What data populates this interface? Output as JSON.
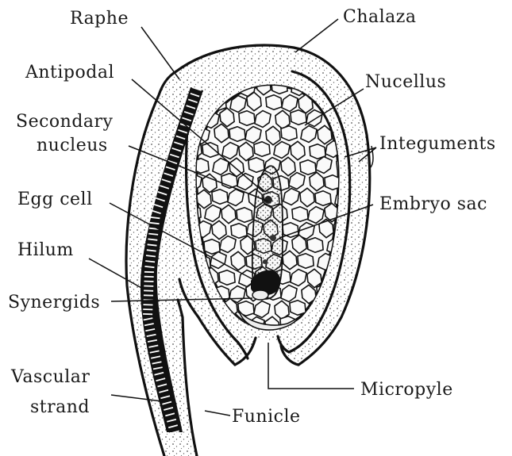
{
  "labels": {
    "raphe": "Raphe",
    "chalaza": "Chalaza",
    "antipodal": "Antipodal",
    "nucellus": "Nucellus",
    "secondary_1": "Secondary",
    "secondary_2": "nucleus",
    "integuments": "Integuments",
    "egg_cell": "Egg cell",
    "embryo_sac": "Embryo sac",
    "hilum": "Hilum",
    "synergids": "Synergids",
    "vascular_1": "Vascular",
    "vascular_2": "strand",
    "micropyle": "Micropyle",
    "funicle": "Funicle"
  },
  "colors": {
    "ink": "#111111",
    "stipple": "#555555",
    "background": "#ffffff"
  }
}
